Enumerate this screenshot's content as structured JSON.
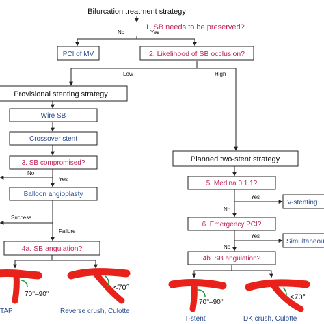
{
  "title": "Bifurcation treatment strategy",
  "colors": {
    "question": "#c0245c",
    "action": "#2a4d8f",
    "strategy": "#111111",
    "edge": "#222222",
    "vessel": "#e8221b",
    "angle": "#1a9a3a"
  },
  "nodes": {
    "q1": "1. SB needs to be preserved?",
    "pci_mv": "PCI of MV",
    "q2": "2. Likelihood of SB occlusion?",
    "provisional": "Provisional stenting strategy",
    "wire_sb": "Wire SB",
    "crossover": "Crossover stent",
    "q3": "3. SB compromised?",
    "balloon": "Balloon angioplasty",
    "q4a": "4a. SB angulation?",
    "planned": "Planned two-stent strategy",
    "q5": "5. Medina 0.1.1?",
    "vstenting": "V-stenting",
    "q6": "6. Emergency PCI?",
    "simultaneous": "Simultaneous",
    "q4b": "4b. SB angulation?"
  },
  "edges": {
    "no1": "No",
    "yes1": "Yes",
    "low": "Low",
    "high": "High",
    "no3": "No",
    "yes3": "Yes",
    "success": "Success",
    "failure": "Failure",
    "yes5": "Yes",
    "no5": "No",
    "yes6": "Yes",
    "no6": "No"
  },
  "outcomes": {
    "tap": "TAP",
    "reverse_crush": "Reverse  crush, Culotte",
    "tstent": "T-stent",
    "dk_crush": "DK  crush, Culotte"
  },
  "angles": {
    "a1": "70°–90°",
    "a2": "<70°",
    "a3": "70°–90°",
    "a4": "<70°"
  }
}
